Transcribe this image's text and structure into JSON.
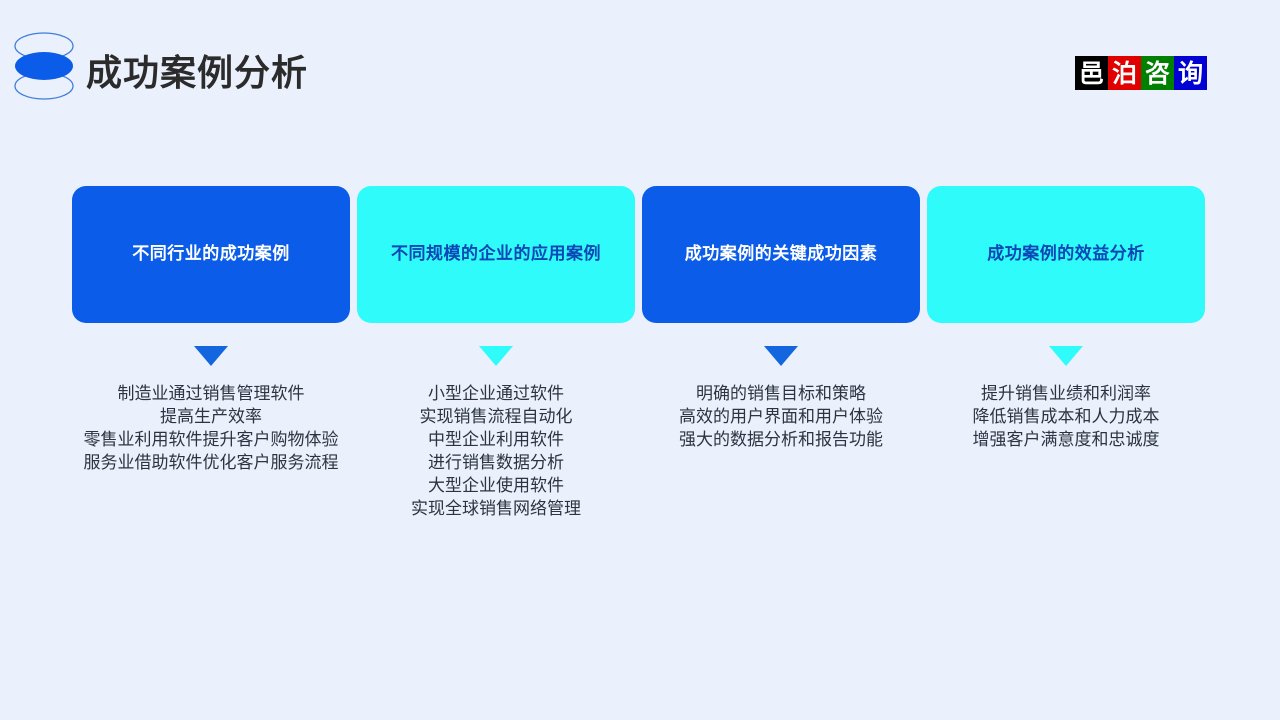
{
  "header": {
    "title": "成功案例分析",
    "logo_icon": "stacked-ellipses-logo-icon",
    "brand": {
      "cells": [
        {
          "char": "邑",
          "bg": "#000000"
        },
        {
          "char": "泊",
          "bg": "#e00000"
        },
        {
          "char": "咨",
          "bg": "#008000"
        },
        {
          "char": "询",
          "bg": "#0000d2"
        }
      ]
    }
  },
  "theme": {
    "background": "#eaf1fc",
    "blue": "#0b5ce8",
    "cyan": "#2ffbfb",
    "blue_text": "#ffffff",
    "cyan_text": "#0b47b5",
    "body_text": "#2b3440",
    "title_text": "#2b2b2b"
  },
  "columns": [
    {
      "card_title": "不同行业的成功案例",
      "card_bg": "#0b5ce8",
      "card_color": "#ffffff",
      "arrow_color": "#1466e0",
      "arrow_icon": "triangle-down-icon",
      "body": "制造业通过销售管理软件\n提高生产效率\n零售业利用软件提升客户购物体验\n服务业借助软件优化客户服务流程"
    },
    {
      "card_title": "不同规模的企业的应用案例",
      "card_bg": "#2ffbfb",
      "card_color": "#0b47b5",
      "arrow_color": "#2ffbfb",
      "arrow_icon": "triangle-down-icon",
      "body": "小型企业通过软件\n实现销售流程自动化\n中型企业利用软件\n进行销售数据分析\n大型企业使用软件\n实现全球销售网络管理"
    },
    {
      "card_title": "成功案例的关键成功因素",
      "card_bg": "#0b5ce8",
      "card_color": "#ffffff",
      "arrow_color": "#1466e0",
      "arrow_icon": "triangle-down-icon",
      "body": "明确的销售目标和策略\n高效的用户界面和用户体验\n强大的数据分析和报告功能"
    },
    {
      "card_title": "成功案例的效益分析",
      "card_bg": "#2ffbfb",
      "card_color": "#0b47b5",
      "arrow_color": "#2ffbfb",
      "arrow_icon": "triangle-down-icon",
      "body": "提升销售业绩和利润率\n降低销售成本和人力成本\n增强客户满意度和忠诚度"
    }
  ]
}
